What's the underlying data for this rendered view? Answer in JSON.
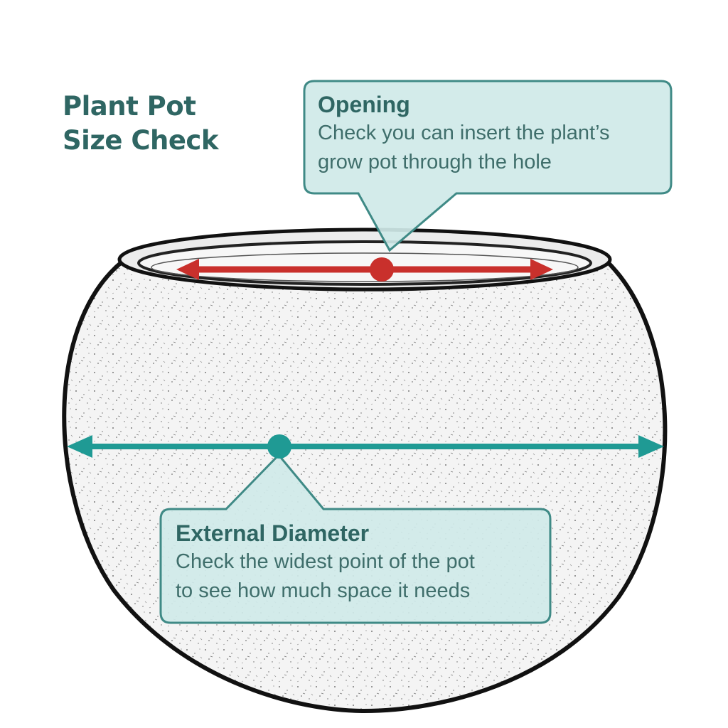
{
  "title": {
    "line1": "Plant Pot",
    "line2": "Size Check"
  },
  "opening": {
    "heading": "Opening",
    "line1": "Check you can insert the plant’s",
    "line2": "grow pot through the hole",
    "color": "#c9302c"
  },
  "external_diameter": {
    "heading": "External Diameter",
    "line1": "Check the widest point of the pot",
    "line2": "to see how much space it needs",
    "color": "#1f9a94"
  },
  "colors": {
    "title_text": "#2f6663",
    "callout_fill": "#cfe9e8",
    "callout_stroke": "#3f8a86",
    "pot_outline": "#111111"
  }
}
